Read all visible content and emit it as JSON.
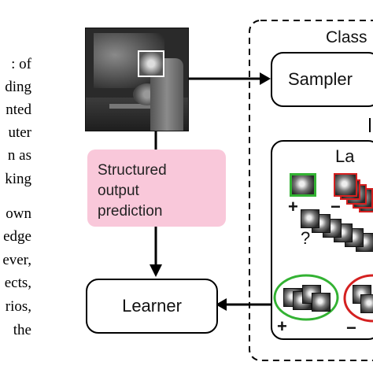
{
  "paper_fragments": [
    ":  of",
    "ding",
    "nted",
    "uter",
    "n  as",
    "king",
    "own",
    "edge",
    "ever,",
    "ects,",
    "rios,",
    "the"
  ],
  "diagram": {
    "classifier_title": "Class",
    "sampler_label": "Sampler",
    "labeler_label": "La",
    "structured_output_lines": [
      "Structured",
      "output",
      "prediction"
    ],
    "learner_label": "Learner",
    "signs": {
      "positive_sample": "+",
      "negative_samples": "−",
      "unlabeled": "?",
      "positive_set": "+",
      "negative_set": "−"
    },
    "colors": {
      "positive": "#33b233",
      "negative": "#d42020",
      "pink_box": "#f9c8da",
      "arrow": "#000000"
    }
  }
}
